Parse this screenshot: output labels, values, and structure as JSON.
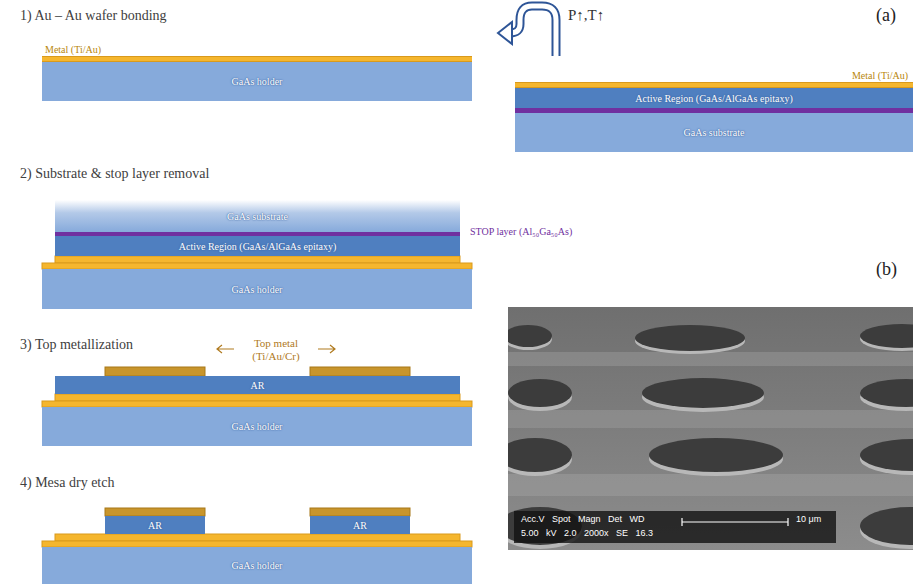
{
  "diagram": {
    "nodes": [
      {
        "text": [
          "Metal (Ti/Au)"
        ]
      },
      {
        "text": [
          "GaAs holder"
        ]
      },
      {
        "text": [
          "Metal (Ti/Au)"
        ]
      },
      {
        "text": [
          "Active Region (GaAs/AlGaAs epitaxy)"
        ]
      },
      {
        "text": [
          "GaAs substrate"
        ]
      },
      {
        "text": [
          "GaAs substrate"
        ]
      },
      {
        "text": [
          "STOP layer (Al₅₀Ga₅₀As)"
        ]
      },
      {
        "text": [
          "Active Region (GaAs/AlGaAs epitaxy)"
        ]
      },
      {
        "text": [
          "GaAs holder"
        ]
      },
      {
        "text": [
          "AR"
        ]
      },
      {
        "text": [
          "GaAs holder"
        ]
      },
      {
        "text": [
          "AR"
        ]
      },
      {
        "text": [
          "AR"
        ]
      },
      {
        "text": [
          "GaAs holder"
        ]
      }
    ],
    "labels": [
      "(a)",
      "1) Au – Au wafer bonding",
      "P↑,T↑",
      "2) Substrate & stop layer removal",
      "(b)",
      "3) Top metallization",
      "Top metal (Ti/Au/Cr)",
      "4) Mesa dry etch",
      "Acc.V Spot Magn Det WD",
      "10 μm",
      "5.00 kV 2.0 2000x SE 16.3"
    ]
  }
}
